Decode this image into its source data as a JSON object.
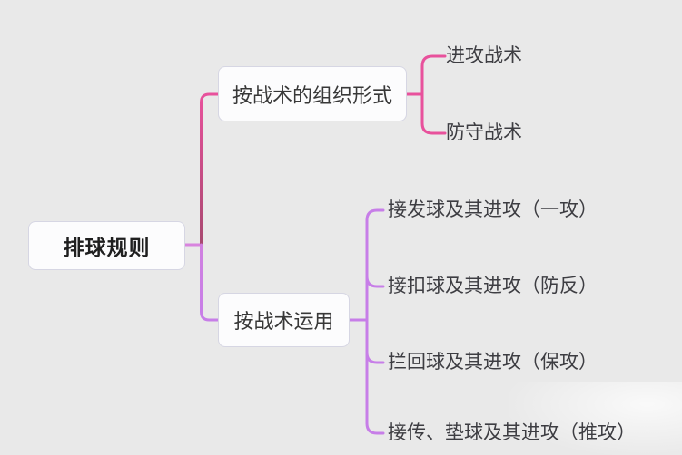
{
  "canvas": {
    "background_color": "#e9e9e9",
    "node_background_color": "#fcfcfd",
    "node_border_color": "#d6d6e3"
  },
  "mindmap": {
    "root": {
      "label": "排球规则",
      "text_color": "#1f1f1f",
      "stub_color": "#d884de"
    },
    "branches": [
      {
        "label": "按战术的组织形式",
        "color": "#e8519c",
        "trunk_color_start": "#a84970",
        "trunk_color_end": "#e8519c",
        "children": [
          {
            "label": "进攻战术"
          },
          {
            "label": "防守战术"
          }
        ]
      },
      {
        "label": "按战术运用",
        "color": "#c77ee8",
        "trunk_color_start": "#d080e0",
        "trunk_color_end": "#c77ee8",
        "children": [
          {
            "label": "接发球及其进攻（一攻）"
          },
          {
            "label": "接扣球及其进攻（防反）"
          },
          {
            "label": "拦回球及其进攻（保攻）"
          },
          {
            "label": "接传、垫球及其进攻（推攻）"
          }
        ]
      }
    ]
  }
}
